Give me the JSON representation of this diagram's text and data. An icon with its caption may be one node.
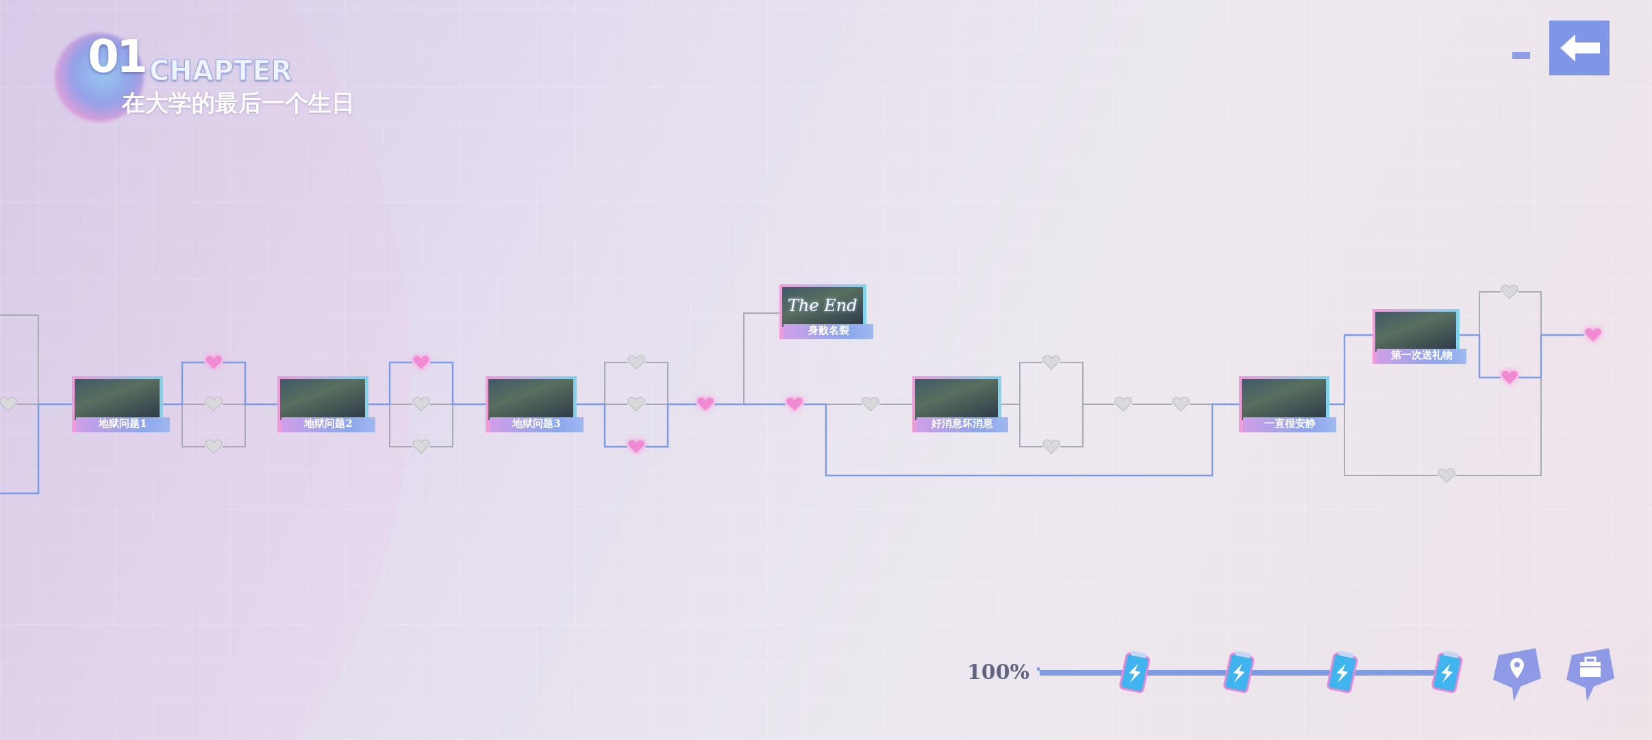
{
  "diagram": {
    "title": "在大学的最后一个生日",
    "nodes": [
      {
        "text": [],
        "shape": "heart"
      },
      {
        "text": [
          "地狱问题1"
        ]
      },
      {
        "text": [],
        "shape": "heart"
      },
      {
        "text": [],
        "shape": "heart"
      },
      {
        "text": [],
        "shape": "heart"
      },
      {
        "text": [
          "地狱问题2"
        ]
      },
      {
        "text": [],
        "shape": "heart"
      },
      {
        "text": [],
        "shape": "heart"
      },
      {
        "text": [],
        "shape": "heart"
      },
      {
        "text": [
          "地狱问题3"
        ]
      },
      {
        "text": [],
        "shape": "heart"
      },
      {
        "text": [],
        "shape": "heart"
      },
      {
        "text": [],
        "shape": "heart"
      },
      {
        "text": [],
        "shape": "heart"
      },
      {
        "text": [
          "身败名裂"
        ]
      },
      {
        "text": [],
        "shape": "heart"
      },
      {
        "text": [],
        "shape": "heart"
      },
      {
        "text": [
          "好消息坏消息"
        ]
      },
      {
        "text": [],
        "shape": "heart"
      },
      {
        "text": [],
        "shape": "heart"
      },
      {
        "text": [],
        "shape": "heart"
      },
      {
        "text": [],
        "shape": "heart"
      },
      {
        "text": [
          "一直很安静"
        ]
      },
      {
        "text": [
          "第一次送礼物"
        ]
      },
      {
        "text": [],
        "shape": "heart"
      },
      {
        "text": [],
        "shape": "heart"
      },
      {
        "text": [],
        "shape": "heart"
      },
      {
        "text": [],
        "shape": "heart"
      }
    ],
    "edges": [
      {
        "from": null,
        "to": 1,
        "arrow": "none",
        "color": "#7b9be6"
      },
      {
        "from": null,
        "to": 1,
        "arrow": "none"
      },
      {
        "from": 0,
        "to": 1,
        "arrow": "none"
      },
      {
        "from": 1,
        "to": 2,
        "arrow": "none",
        "color": "#7b9be6"
      },
      {
        "from": 1,
        "to": 3,
        "arrow": "none"
      },
      {
        "from": 1,
        "to": 4,
        "arrow": "none"
      },
      {
        "from": 2,
        "to": 5,
        "arrow": "none",
        "color": "#7b9be6"
      },
      {
        "from": 3,
        "to": 5,
        "arrow": "none"
      },
      {
        "from": 4,
        "to": 5,
        "arrow": "none"
      },
      {
        "from": 5,
        "to": 6,
        "arrow": "none",
        "color": "#7b9be6"
      },
      {
        "from": 5,
        "to": 7,
        "arrow": "none"
      },
      {
        "from": 5,
        "to": 8,
        "arrow": "none"
      },
      {
        "from": 6,
        "to": 9,
        "arrow": "none",
        "color": "#7b9be6"
      },
      {
        "from": 7,
        "to": 9,
        "arrow": "none"
      },
      {
        "from": 8,
        "to": 9,
        "arrow": "none"
      },
      {
        "from": 9,
        "to": 10,
        "arrow": "none"
      },
      {
        "from": 9,
        "to": 11,
        "arrow": "none"
      },
      {
        "from": 9,
        "to": 12,
        "arrow": "none",
        "color": "#7b9be6"
      },
      {
        "from": 10,
        "to": 13,
        "arrow": "none"
      },
      {
        "from": 11,
        "to": 13,
        "arrow": "none"
      },
      {
        "from": 12,
        "to": 13,
        "arrow": "none",
        "color": "#7b9be6"
      },
      {
        "from": 13,
        "to": 14,
        "arrow": "none"
      },
      {
        "from": 13,
        "to": 15,
        "arrow": "none",
        "color": "#7b9be6"
      },
      {
        "from": 15,
        "to": 16,
        "arrow": "none"
      },
      {
        "from": 15,
        "to": 22,
        "arrow": "none",
        "color": "#7b9be6"
      },
      {
        "from": 16,
        "to": 17,
        "arrow": "none"
      },
      {
        "from": 17,
        "to": 18,
        "arrow": "none"
      },
      {
        "from": 17,
        "to": 19,
        "arrow": "none"
      },
      {
        "from": 18,
        "to": 20,
        "arrow": "none"
      },
      {
        "from": 19,
        "to": 20,
        "arrow": "none"
      },
      {
        "from": 20,
        "to": 21,
        "arrow": "none"
      },
      {
        "from": 21,
        "to": 22,
        "arrow": "none"
      },
      {
        "from": 22,
        "to": 23,
        "arrow": "none",
        "color": "#7b9be6"
      },
      {
        "from": 22,
        "to": 26,
        "arrow": "none"
      },
      {
        "from": 23,
        "to": 24,
        "arrow": "none"
      },
      {
        "from": 23,
        "to": 25,
        "arrow": "none",
        "color": "#7b9be6"
      },
      {
        "from": 24,
        "to": 27,
        "arrow": "none"
      },
      {
        "from": 25,
        "to": 27,
        "arrow": "none",
        "color": "#7b9be6"
      },
      {
        "from": 26,
        "to": 27,
        "arrow": "none"
      }
    ],
    "labels": [
      "01",
      "CHAPTER",
      "The End",
      "100%"
    ]
  }
}
